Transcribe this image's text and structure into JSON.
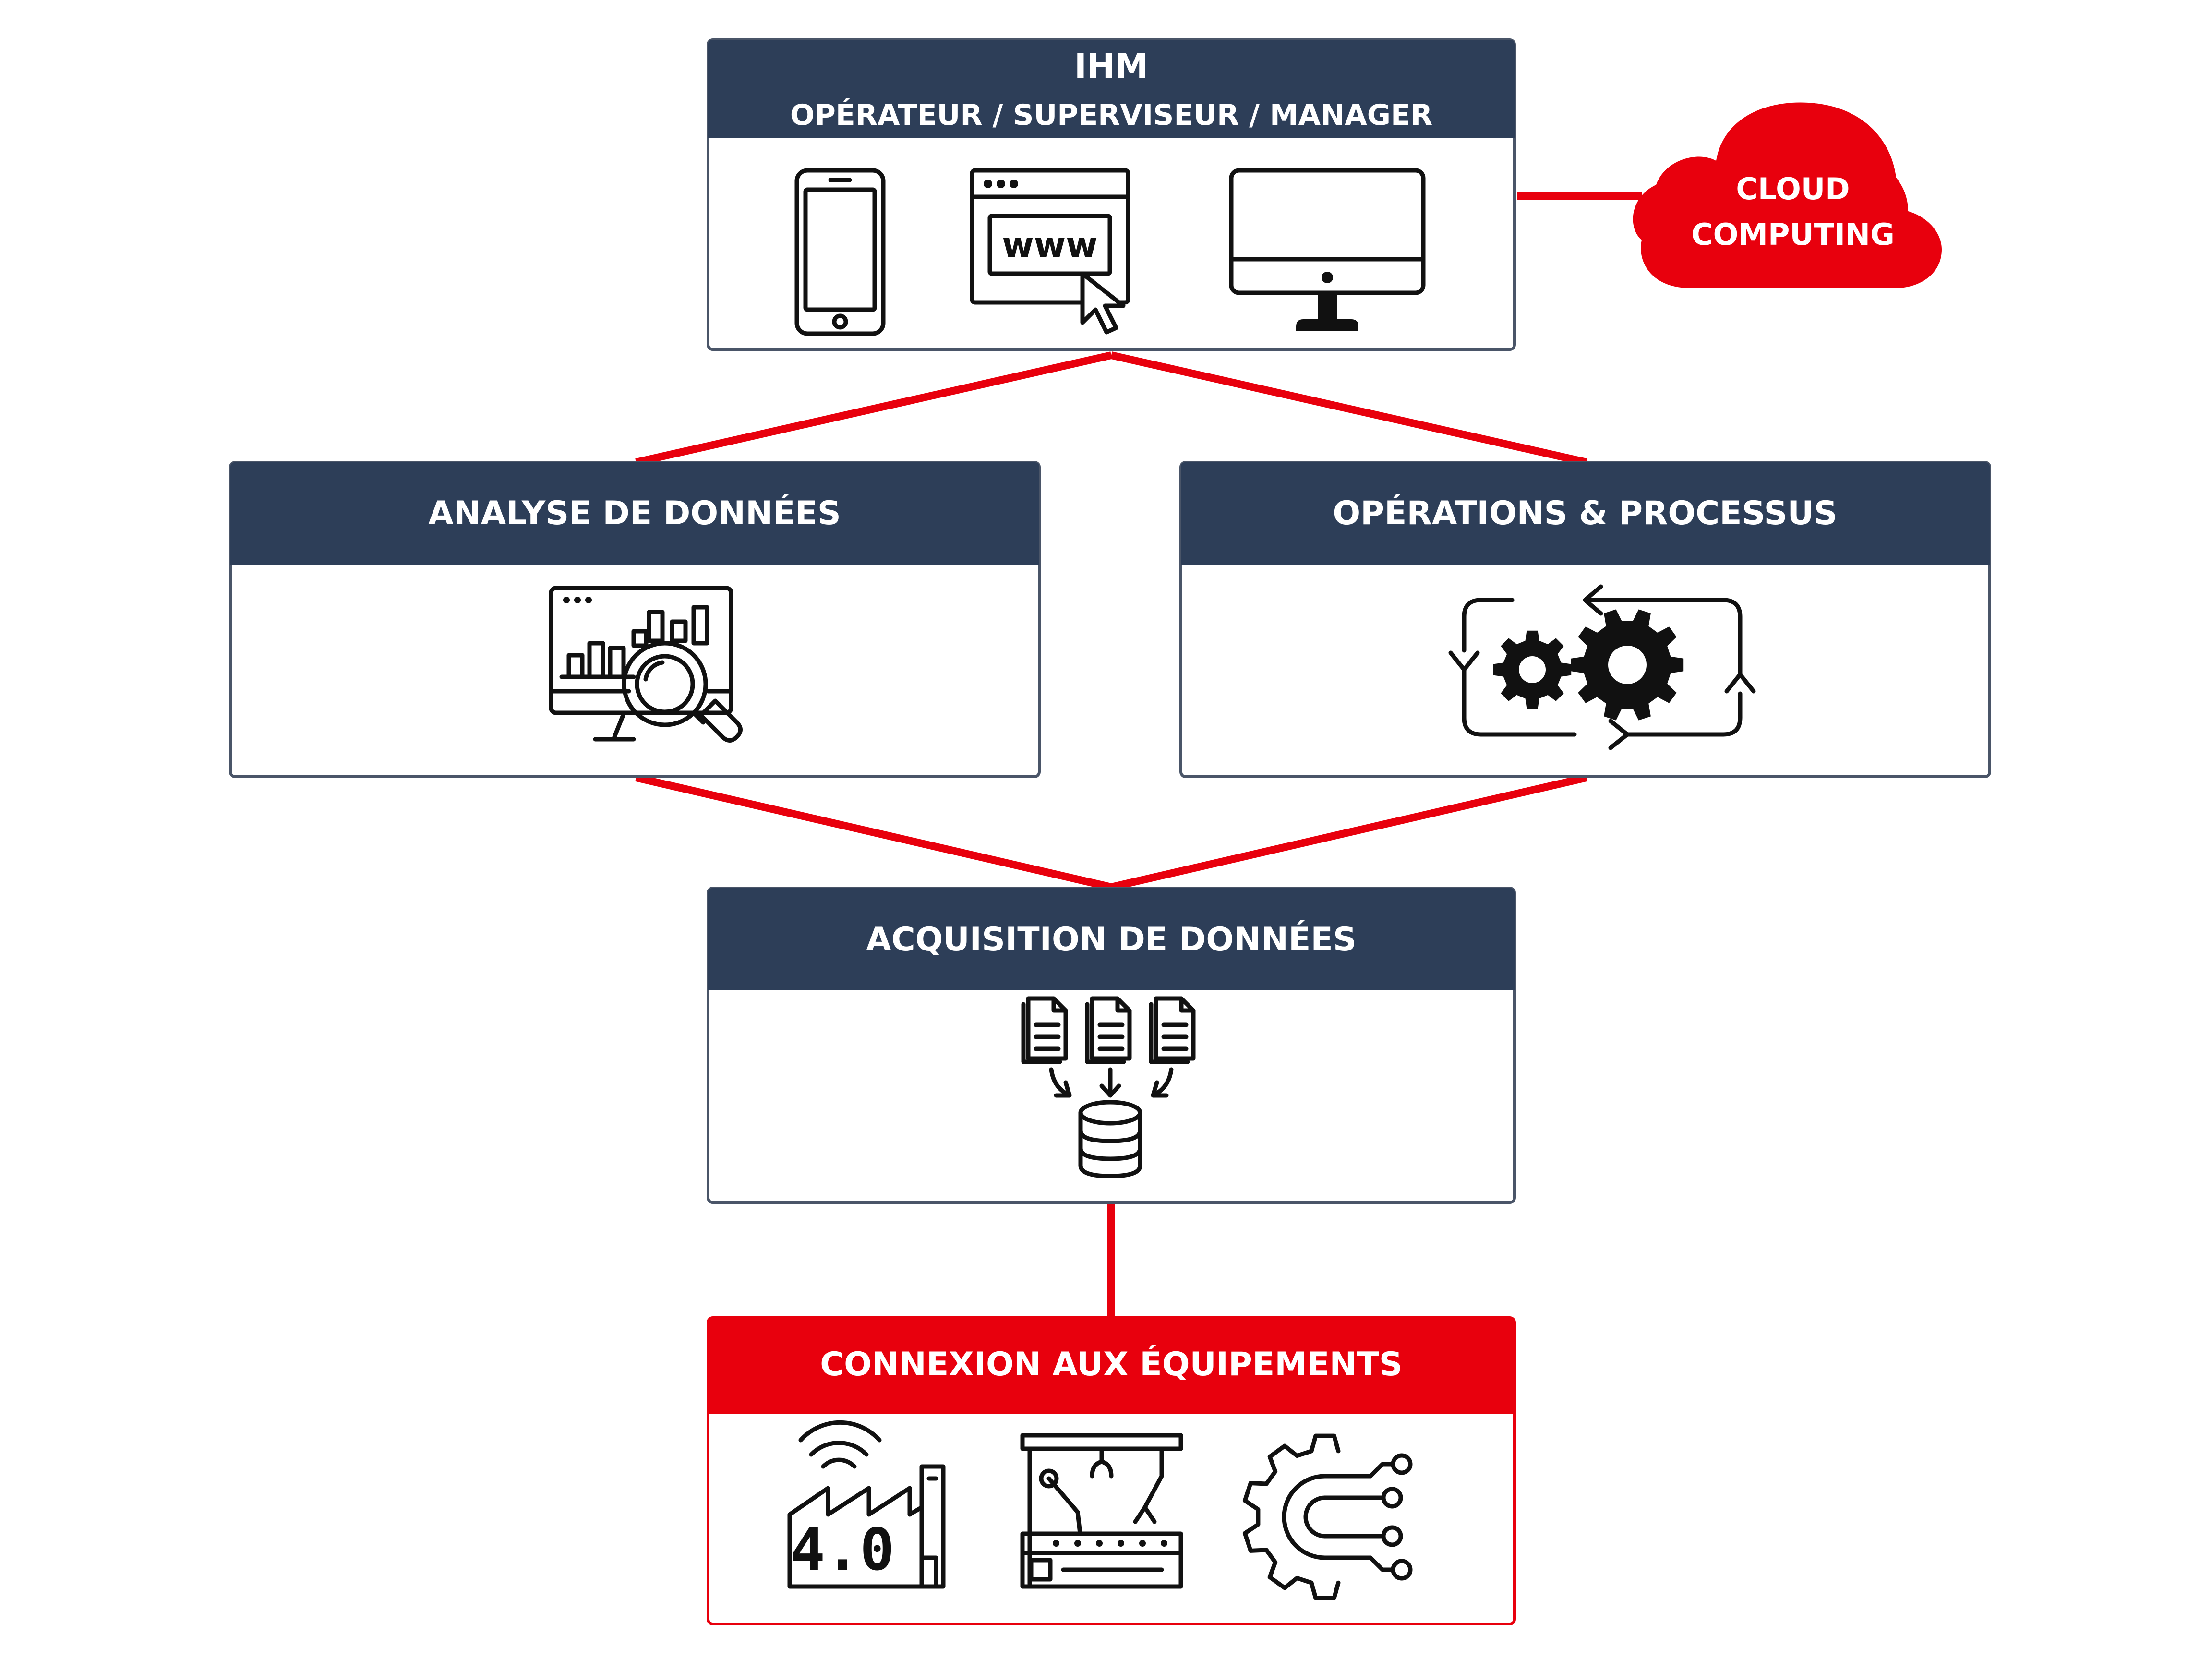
{
  "colors": {
    "navy": "#2d3e58",
    "red": "#e8000d",
    "line_red": "#e8000d",
    "border_gray": "#4a5568",
    "icon": "#111111"
  },
  "boxes": {
    "hmi": {
      "title": "IHM",
      "subtitle": "OPÉRATEUR / SUPERVISEUR / MANAGER",
      "icons": [
        "smartphone-icon",
        "web-browser-icon",
        "desktop-monitor-icon"
      ],
      "web_label": "www"
    },
    "analysis": {
      "title": "ANALYSE DE DONNÉES",
      "icons": [
        "data-analysis-icon"
      ]
    },
    "operations": {
      "title": "OPÉRATIONS & PROCESSUS",
      "icons": [
        "gears-cycle-icon"
      ]
    },
    "acquisition": {
      "title": "ACQUISITION DE DONNÉES",
      "icons": [
        "files-to-database-icon"
      ]
    },
    "equipment": {
      "title": "CONNEXION AUX ÉQUIPEMENTS",
      "icons": [
        "factory-4-0-icon",
        "robotic-arm-icon",
        "gear-circuit-icon"
      ],
      "factory_label": "4.0"
    }
  },
  "cloud": {
    "line1": "CLOUD",
    "line2": "COMPUTING"
  }
}
